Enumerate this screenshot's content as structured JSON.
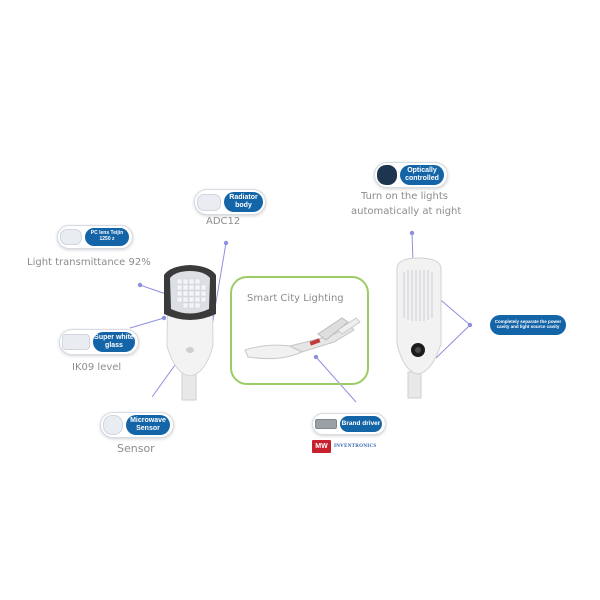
{
  "colors": {
    "badge": "#1464a8",
    "caption": "#8c8c8c",
    "frame": "#9ccc65",
    "dot": "#8f8fe0"
  },
  "callouts": {
    "radiator": {
      "label": "Radiator body",
      "caption": "ADC12"
    },
    "pc_lens": {
      "label": "PC lens Teijin 1250 z",
      "caption": "Light transmittance 92%"
    },
    "glass": {
      "label": "Super white glass",
      "caption": "IK09 level"
    },
    "microwave": {
      "label": "Microwave Sensor",
      "caption": "Sensor"
    },
    "optical": {
      "label": "Optically controlled",
      "caption_line1": "Turn on the lights",
      "caption_line2": "automatically at night"
    },
    "cavity": {
      "label": "Completely separate the power cavity and light source cavity"
    },
    "driver": {
      "label": "Brand driver"
    }
  },
  "center_panel": {
    "title": "Smart City Lighting"
  },
  "brands": {
    "mean_well": "MW",
    "inventronics": "INVENTRONICS"
  }
}
